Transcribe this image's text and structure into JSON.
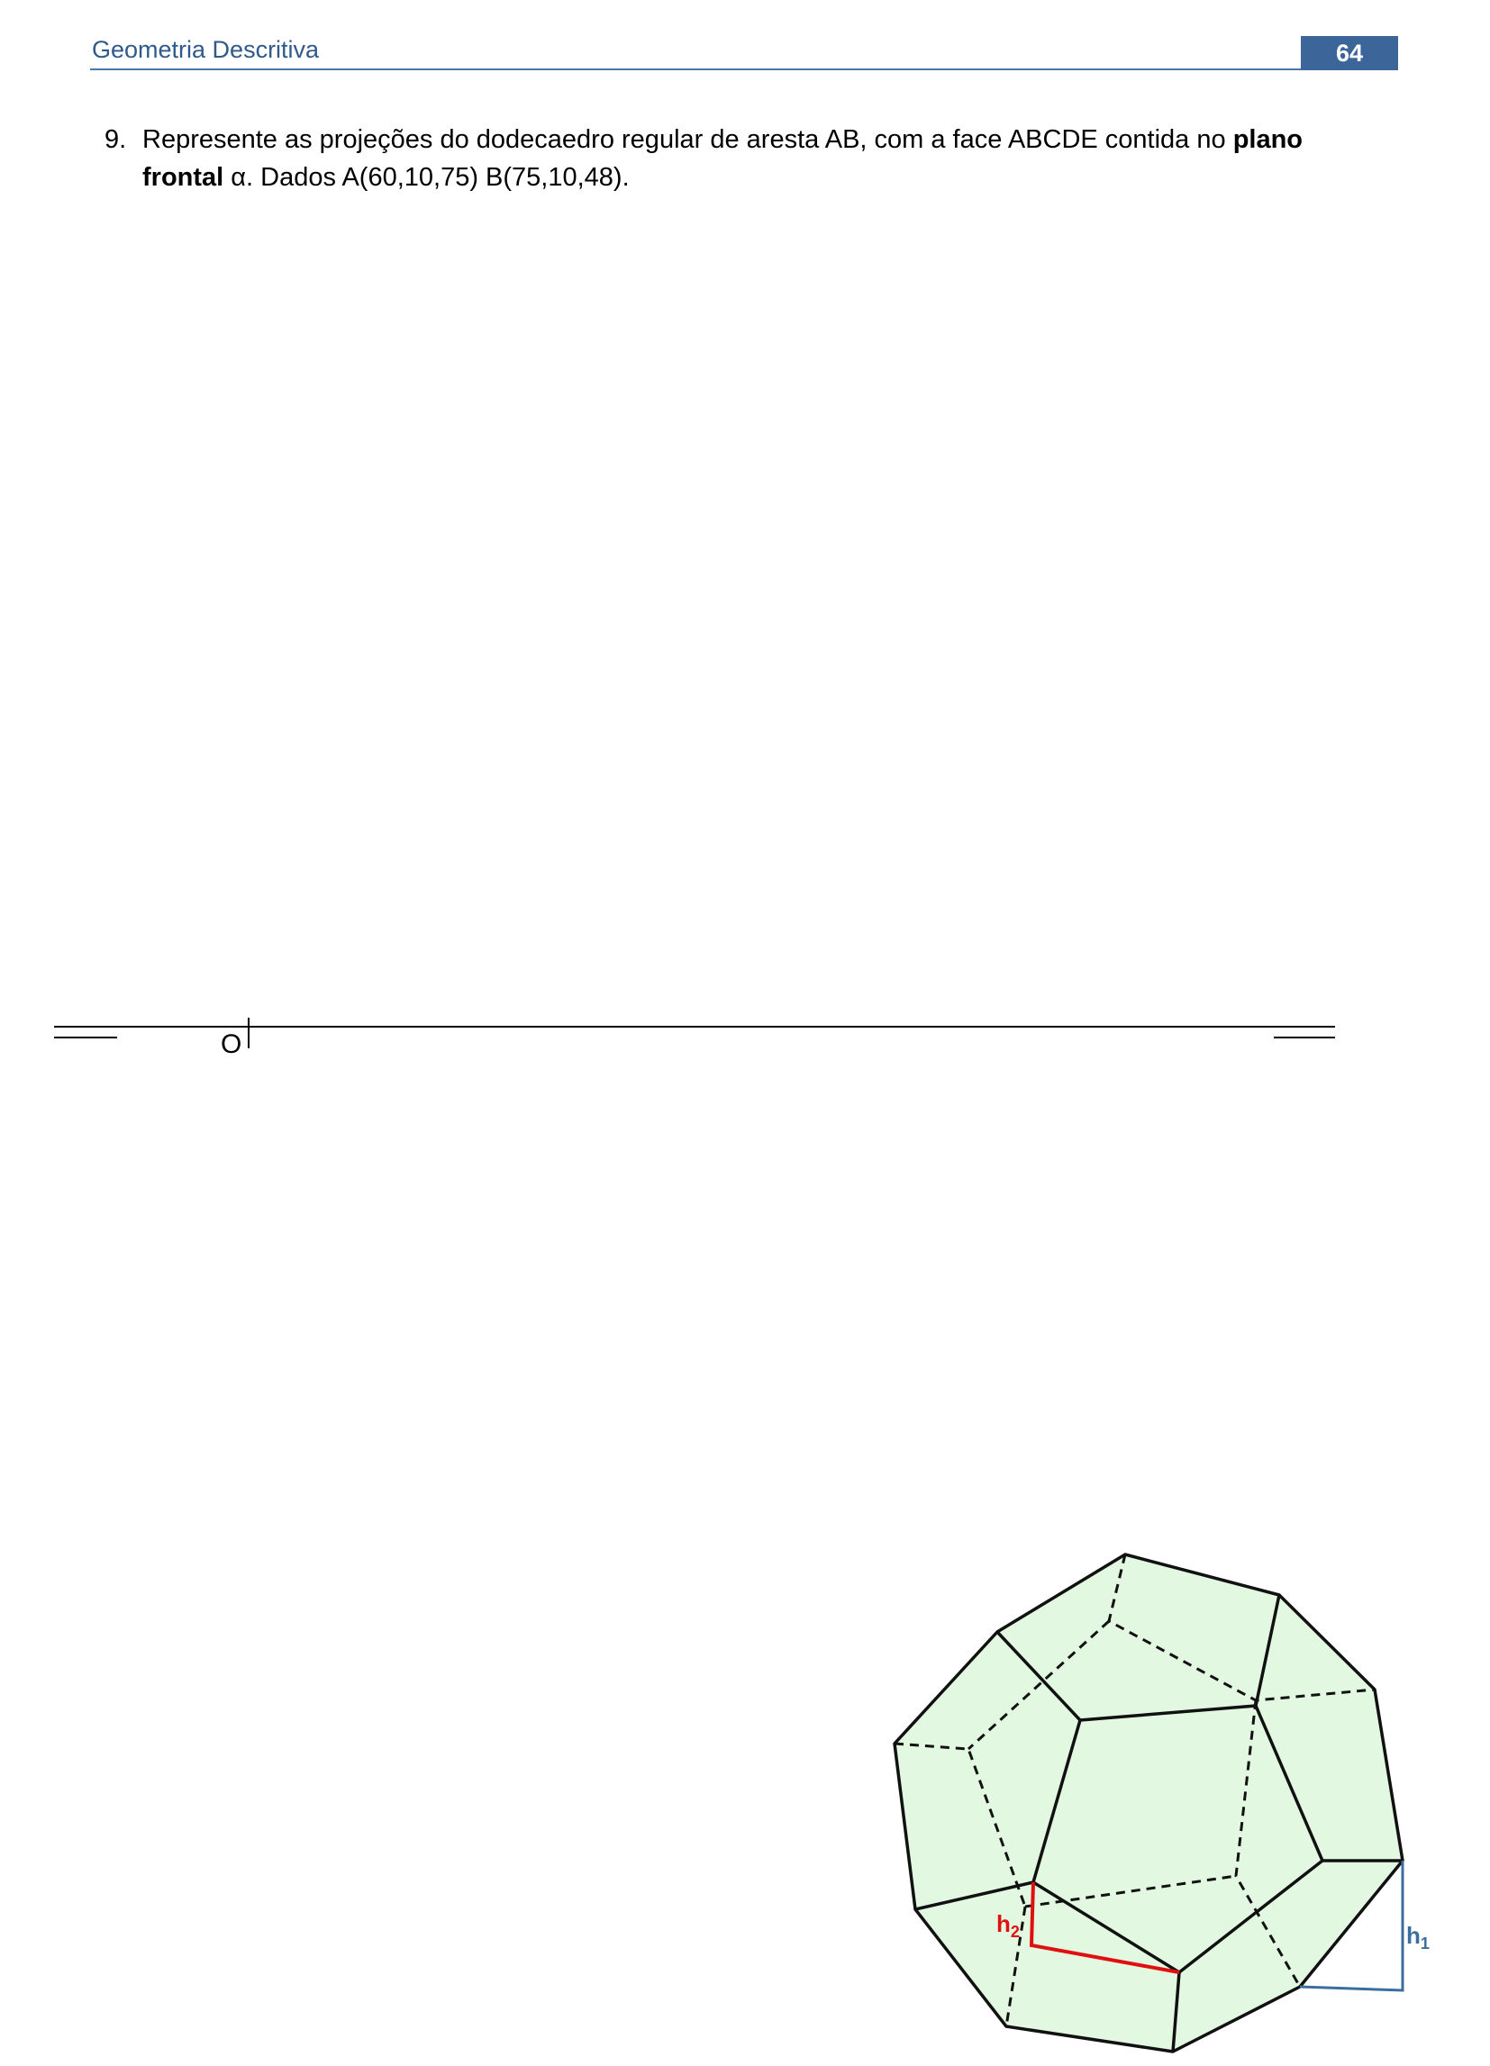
{
  "header": {
    "title": "Geometria Descritiva",
    "page_number": "64"
  },
  "exercise": {
    "number": "9.",
    "text_part1": "Represente as projeções do dodecaedro regular de aresta AB, com a face ABCDE contida no ",
    "bold1": "plano frontal",
    "text_part2": " α. Dados A(60,10,75) B(75,10,48)."
  },
  "axis": {
    "origin_label": "O"
  },
  "figure": {
    "label_h2": "h2",
    "label_h1": "h1",
    "fill_color": "#e2f8e1",
    "edge_color": "#111111",
    "h2_color": "#e01010",
    "h1_color": "#3a6e9e"
  }
}
